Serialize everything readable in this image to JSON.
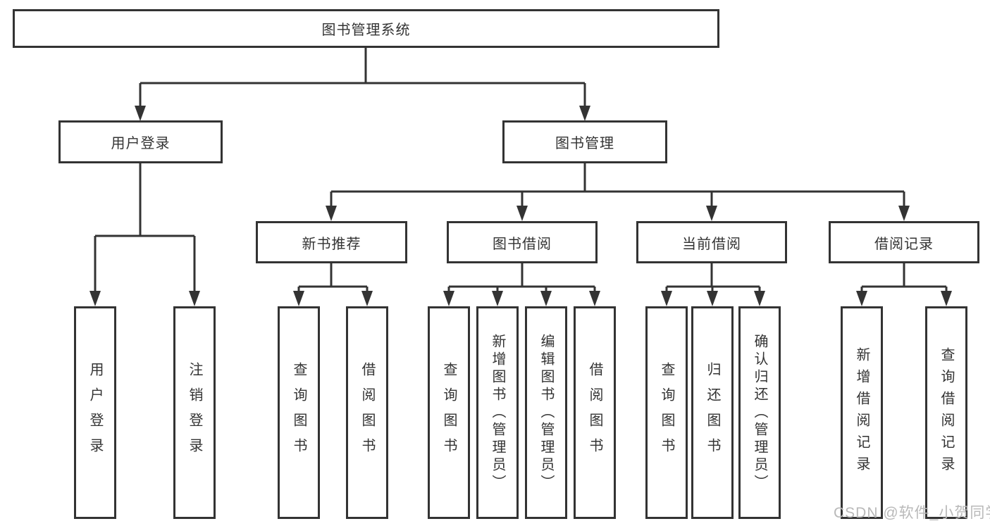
{
  "watermark": "CSDN @软件_小贺同学",
  "colors": {
    "line": "#333333",
    "box_border": "#333333",
    "box_background": "#ffffff",
    "text": "#333333",
    "watermark_text": "#b9b9b9"
  },
  "tree": {
    "label": "图书管理系统",
    "children": [
      {
        "label": "用户登录",
        "children": [
          {
            "label": "用户登录"
          },
          {
            "label": "注销登录"
          }
        ]
      },
      {
        "label": "图书管理",
        "children": [
          {
            "label": "新书推荐",
            "children": [
              {
                "label": "查询图书"
              },
              {
                "label": "借阅图书"
              }
            ]
          },
          {
            "label": "图书借阅",
            "children": [
              {
                "label": "查询图书"
              },
              {
                "label": "新增图书（管理员）"
              },
              {
                "label": "编辑图书（管理员）"
              },
              {
                "label": "借阅图书"
              }
            ]
          },
          {
            "label": "当前借阅",
            "children": [
              {
                "label": "查询图书"
              },
              {
                "label": "归还图书"
              },
              {
                "label": "确认归还（管理员）"
              }
            ]
          },
          {
            "label": "借阅记录",
            "children": [
              {
                "label": "新增借阅记录"
              },
              {
                "label": "查询借阅记录"
              }
            ]
          }
        ]
      }
    ]
  }
}
